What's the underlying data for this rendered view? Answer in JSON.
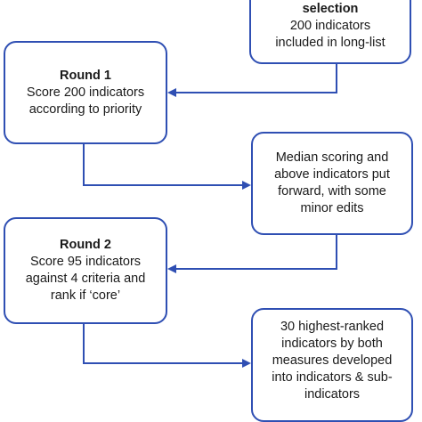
{
  "boxes": {
    "selection": {
      "title": "selection",
      "lines": [
        "200 indicators",
        "included in long-list"
      ]
    },
    "round1": {
      "title": "Round 1",
      "lines": [
        "Score 200 indicators",
        "according to priority"
      ]
    },
    "median": {
      "lines": [
        "Median scoring and",
        "above indicators put",
        "forward, with some",
        "minor edits"
      ]
    },
    "round2": {
      "title": "Round 2",
      "lines": [
        "Score 95 indicators",
        "against 4 criteria and",
        "rank if ‘core’"
      ]
    },
    "highest": {
      "lines": [
        "30 highest-ranked",
        "indicators by both",
        "measures developed",
        "into indicators & sub-",
        "indicators"
      ]
    }
  },
  "colors": {
    "border": "#2f4fb3",
    "text": "#1a1a1a"
  }
}
